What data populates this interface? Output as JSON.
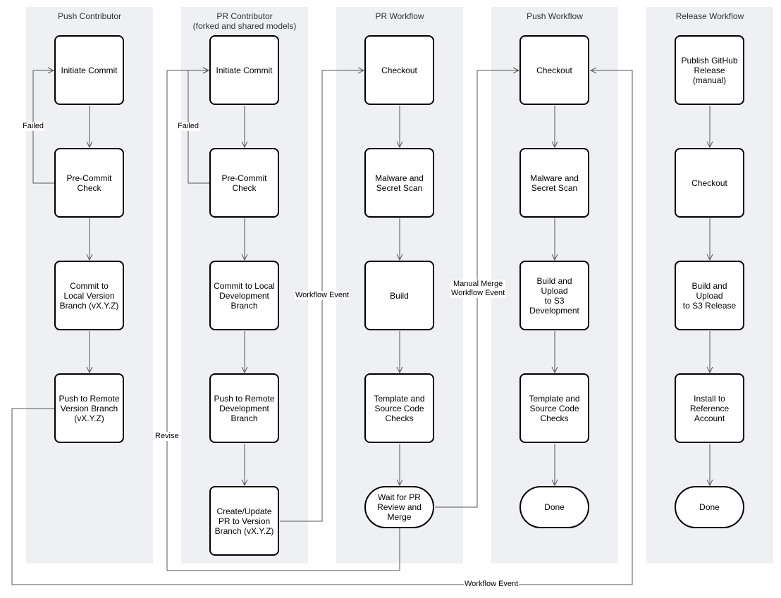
{
  "lanes": [
    {
      "title": "Push Contributor"
    },
    {
      "title": "PR Contributor\n(forked and shared models)"
    },
    {
      "title": "PR Workflow"
    },
    {
      "title": "Push Workflow"
    },
    {
      "title": "Release Workflow"
    }
  ],
  "nodes": {
    "pc_initiate": "Initiate Commit",
    "pc_precommit": "Pre-Commit\nCheck",
    "pc_commit": "Commit to\nLocal Version\nBranch (vX.Y.Z)",
    "pc_push": "Push to Remote\nVersion Branch\n(vX.Y.Z)",
    "pr_initiate": "Initiate Commit",
    "pr_precommit": "Pre-Commit\nCheck",
    "pr_commit": "Commit to Local\nDevelopment\nBranch",
    "pr_push": "Push to Remote\nDevelopment\nBranch",
    "pr_create": "Create/Update\nPR to Version\nBranch (vX.Y.Z)",
    "prw_checkout": "Checkout",
    "prw_scan": "Malware and\nSecret Scan",
    "prw_build": "Build",
    "prw_checks": "Template and\nSource Code\nChecks",
    "prw_wait": "Wait for PR\nReview and\nMerge",
    "pw_checkout": "Checkout",
    "pw_scan": "Malware and\nSecret Scan",
    "pw_build": "Build and Upload\nto S3\nDevelopment",
    "pw_checks": "Template and\nSource Code\nChecks",
    "pw_done": "Done",
    "rw_publish": "Publish GitHub\nRelease (manual)",
    "rw_checkout": "Checkout",
    "rw_build": "Build and Upload\nto S3 Release",
    "rw_install": "Install to\nReference\nAccount",
    "rw_done": "Done"
  },
  "edge_labels": {
    "failed_1": "Failed",
    "failed_2": "Failed",
    "workflow_event": "Workflow Event",
    "manual_merge": "Manual Merge\nWorkflow Event",
    "revise": "Revise",
    "workflow_event_bottom": "Workflow Event"
  },
  "colors": {
    "lane": "#eef0f4",
    "edge": "#555555",
    "node_border": "#000000"
  }
}
